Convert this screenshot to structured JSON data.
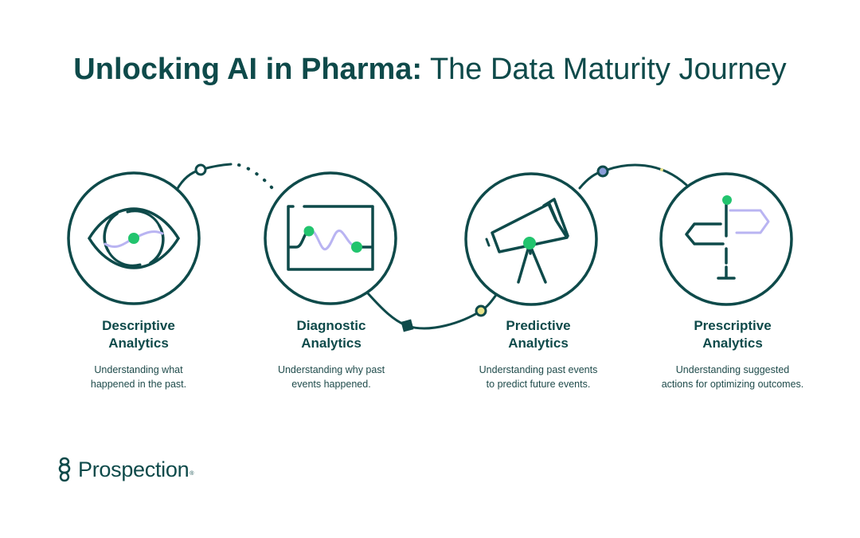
{
  "title": {
    "bold": "Unlocking AI in Pharma:",
    "light": "The Data Maturity Journey"
  },
  "steps": [
    {
      "title_line1": "Descriptive",
      "title_line2": "Analytics",
      "desc_line1": "Understanding what",
      "desc_line2": "happened in the past.",
      "icon": "eye-icon"
    },
    {
      "title_line1": "Diagnostic",
      "title_line2": "Analytics",
      "desc_line1": "Understanding why past",
      "desc_line2": "events happened.",
      "icon": "monitor-chart-icon"
    },
    {
      "title_line1": "Predictive",
      "title_line2": "Analytics",
      "desc_line1": "Understanding past events",
      "desc_line2": "to predict future events.",
      "icon": "telescope-icon"
    },
    {
      "title_line1": "Prescriptive",
      "title_line2": "Analytics",
      "desc_line1": "Understanding suggested",
      "desc_line2": "actions for optimizing outcomes.",
      "icon": "signpost-icon"
    }
  ],
  "logo": {
    "text": "Prospection",
    "registered": "®",
    "icon": "prospection-logo-icon"
  },
  "colors": {
    "primary": "#0e4a4a",
    "accent_green": "#22c46e",
    "accent_lavender": "#b9b4f2",
    "accent_yellow": "#e8e38a",
    "accent_blue": "#8a9cd8"
  }
}
